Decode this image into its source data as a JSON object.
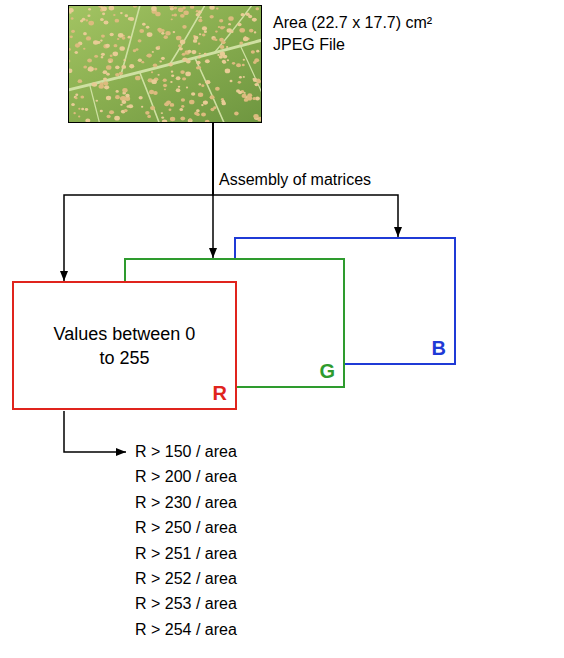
{
  "diagram": {
    "nodes": [
      {
        "text": [
          "Area (22.7 x 17.7) cm²",
          "JPEG File"
        ]
      },
      {
        "text": [
          "Values between 0 to 255",
          "R"
        ]
      },
      {
        "text": [
          "G"
        ]
      },
      {
        "text": [
          "B"
        ]
      }
    ],
    "edges": [
      {
        "from": 0,
        "to": 1,
        "arrow": "to"
      },
      {
        "from": 0,
        "to": 2,
        "label": "Assembly of matrices",
        "arrow": "to"
      },
      {
        "from": 0,
        "to": 3,
        "arrow": "to"
      }
    ],
    "labels": [
      "R > 150 / area",
      "R > 200 / area",
      "R > 230 / area",
      "R > 250 / area",
      "R > 251 / area",
      "R > 252 / area",
      "R > 253 / area",
      "R > 254 / area"
    ]
  }
}
